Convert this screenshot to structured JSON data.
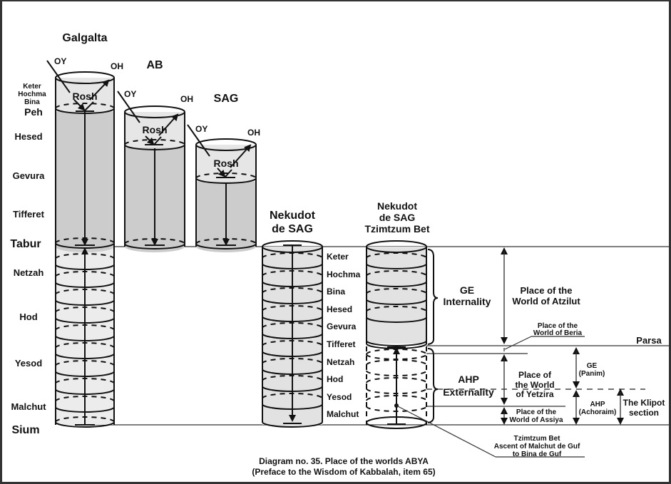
{
  "colors": {
    "rosh_fill": "#e6e6e6",
    "body_fill": "#cccccc",
    "lower_fill": "#ececec",
    "line": "#111111",
    "background": "#ffffff"
  },
  "columns": {
    "galgalta": {
      "title": "Galgalta",
      "oy": "OY",
      "oh": "OH",
      "rosh": "Rosh"
    },
    "ab": {
      "title": "AB",
      "oy": "OY",
      "oh": "OH",
      "rosh": "Rosh"
    },
    "sag": {
      "title": "SAG",
      "oy": "OY",
      "oh": "OH",
      "rosh": "Rosh"
    },
    "nekudot": {
      "title_line1": "Nekudot",
      "title_line2": "de SAG"
    },
    "tzimtzum": {
      "title_line1": "Nekudot",
      "title_line2": "de SAG",
      "title_line3": "Tzimtzum Bet"
    }
  },
  "left_labels": {
    "keter": "Keter",
    "hochma": "Hochma",
    "bina": "Bina",
    "peh": "Peh",
    "hesed": "Hesed",
    "gevura": "Gevura",
    "tifferet": "Tifferet",
    "tabur": "Tabur",
    "netzah": "Netzah",
    "hod": "Hod",
    "yesod": "Yesod",
    "malchut": "Malchut",
    "sium": "Sium"
  },
  "sefirot": [
    "Keter",
    "Hochma",
    "Bina",
    "Hesed",
    "Gevura",
    "Tifferet",
    "Netzah",
    "Hod",
    "Yesod",
    "Malchut"
  ],
  "right": {
    "ge_internality_1": "GE",
    "ge_internality_2": "Internality",
    "ahp_externality_1": "AHP",
    "ahp_externality_2": "Externality",
    "atzilut_1": "Place of the",
    "atzilut_2": "World of Atzilut",
    "beria_1": "Place of the",
    "beria_2": "World of Beria",
    "parsa": "Parsa",
    "yetzira_1": "Place of",
    "yetzira_2": "the World",
    "yetzira_3": "of Yetzira",
    "assiya_1": "Place of the",
    "assiya_2": "World of Assiya",
    "ge_panim_1": "GE",
    "ge_panim_2": "(Panim)",
    "ahp_achoraim_1": "AHP",
    "ahp_achoraim_2": "(Achoraim)",
    "klipot_1": "The Klipot",
    "klipot_2": "section",
    "tb_1": "Tzimtzum Bet",
    "tb_2": "Ascent of Malchut de Guf",
    "tb_3": "to Bina de Guf"
  },
  "caption": {
    "line1": "Diagram no. 35. Place of the worlds ABYA",
    "line2": "(Preface to the Wisdom of Kabbalah, item 65)"
  }
}
